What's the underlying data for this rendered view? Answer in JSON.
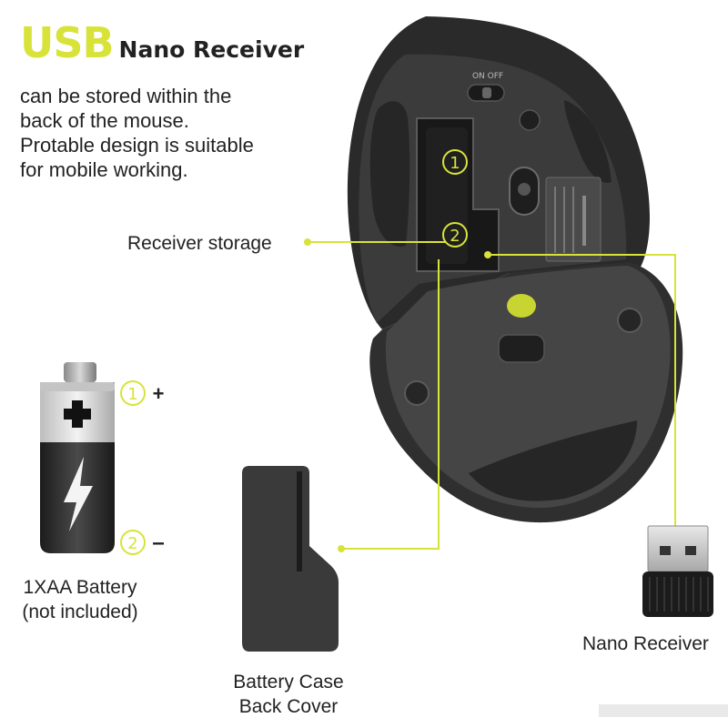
{
  "title": {
    "big": "USB",
    "small": "Nano Receiver"
  },
  "description": [
    "can be stored within the",
    "back of the mouse.",
    "Protable design is suitable",
    "for mobile working."
  ],
  "labels": {
    "receiver_storage": "Receiver storage",
    "battery_line1": "1XAA Battery",
    "battery_line2": "(not included)",
    "cover_line1": "Battery Case",
    "cover_line2": "Back Cover",
    "nano_receiver": "Nano Receiver"
  },
  "markers": {
    "one": "1",
    "two": "2",
    "plus": "+",
    "minus": "–"
  },
  "switch_label": "ON OFF",
  "colors": {
    "accent": "#d8e33a",
    "mouse_body": "#2f2f2f",
    "mouse_panel": "#454545",
    "text": "#222222"
  }
}
